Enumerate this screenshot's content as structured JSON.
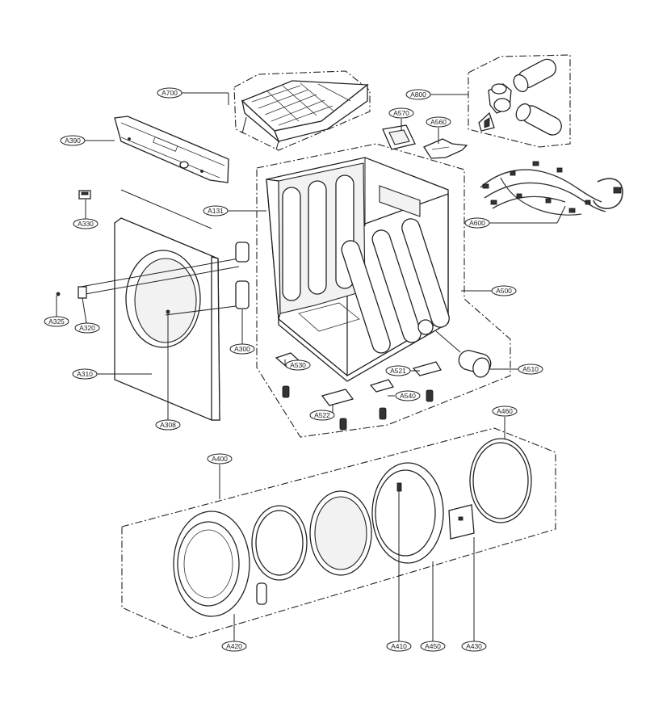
{
  "callouts": [
    {
      "id": "A700",
      "label": "A700"
    },
    {
      "id": "A800",
      "label": "A800"
    },
    {
      "id": "A570",
      "label": "A570"
    },
    {
      "id": "A560",
      "label": "A560"
    },
    {
      "id": "A390",
      "label": "A390"
    },
    {
      "id": "A131",
      "label": "A131"
    },
    {
      "id": "A600",
      "label": "A600"
    },
    {
      "id": "A330",
      "label": "A330"
    },
    {
      "id": "A500",
      "label": "A500"
    },
    {
      "id": "A325",
      "label": "A325"
    },
    {
      "id": "A320",
      "label": "A320"
    },
    {
      "id": "A300",
      "label": "A300"
    },
    {
      "id": "A530",
      "label": "A530"
    },
    {
      "id": "A521",
      "label": "A521"
    },
    {
      "id": "A510",
      "label": "A510"
    },
    {
      "id": "A310",
      "label": "A310"
    },
    {
      "id": "A540",
      "label": "A540"
    },
    {
      "id": "A522",
      "label": "A522"
    },
    {
      "id": "A308",
      "label": "A308"
    },
    {
      "id": "A460",
      "label": "A460"
    },
    {
      "id": "A400",
      "label": "A400"
    },
    {
      "id": "A420",
      "label": "A420"
    },
    {
      "id": "A410",
      "label": "A410"
    },
    {
      "id": "A450",
      "label": "A450"
    },
    {
      "id": "A430",
      "label": "A430"
    }
  ]
}
